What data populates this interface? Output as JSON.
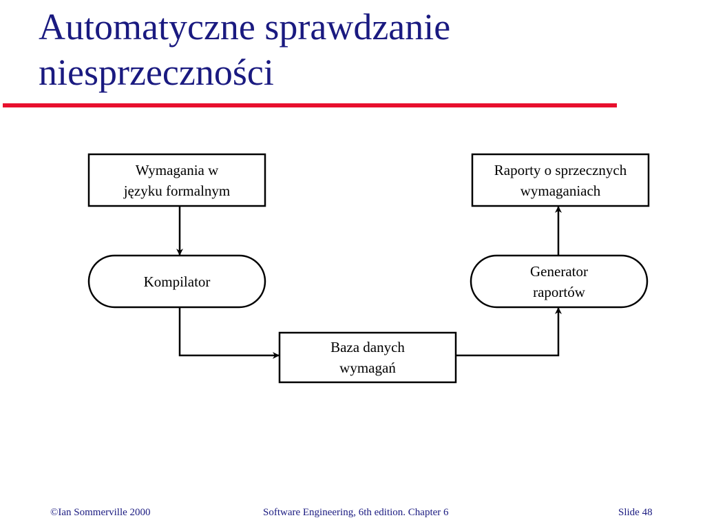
{
  "slide": {
    "title_lines": [
      "Automatyczne sprawdzanie",
      "niesprzeczności"
    ],
    "colors": {
      "title": "#1a1a80",
      "rule": "#e8102e",
      "diagram": "#000000",
      "footer": "#1a1a80"
    }
  },
  "diagram": {
    "nodes": {
      "formal_requirements": {
        "shape": "rectangle",
        "lines": [
          "Wymagania w",
          "języku formalnym"
        ]
      },
      "compiler": {
        "shape": "rounded",
        "lines": [
          "Kompilator"
        ]
      },
      "requirements_db": {
        "shape": "rectangle",
        "lines": [
          "Baza danych",
          "wymagań"
        ]
      },
      "report_generator": {
        "shape": "rounded",
        "lines": [
          "Generator",
          "raportów"
        ]
      },
      "conflict_reports": {
        "shape": "rectangle",
        "lines": [
          "Raporty o sprzecznych",
          "wymaganiach"
        ]
      }
    },
    "edges": [
      {
        "from": "formal_requirements",
        "to": "compiler"
      },
      {
        "from": "compiler",
        "to": "requirements_db"
      },
      {
        "from": "requirements_db",
        "to": "report_generator"
      },
      {
        "from": "report_generator",
        "to": "conflict_reports"
      }
    ]
  },
  "footer": {
    "copyright": "©Ian Sommerville 2000",
    "book": "Software Engineering, 6th edition. Chapter 6",
    "slide_label": "Slide  48"
  }
}
